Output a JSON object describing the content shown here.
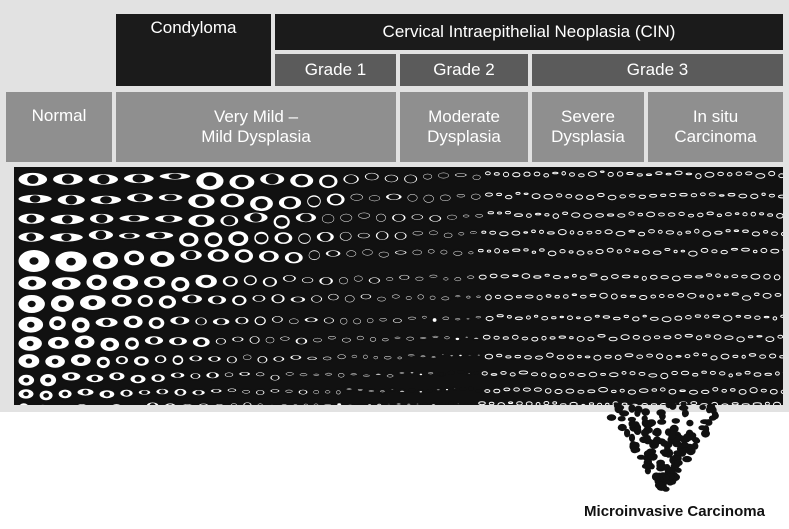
{
  "header": {
    "condyloma": "Condyloma",
    "cin": "Cervical Intraepithelial Neoplasia (CIN)",
    "grades": [
      "Grade 1",
      "Grade 2",
      "Grade 3"
    ]
  },
  "stages": [
    "Normal",
    "Very Mild –\nMild Dysplasia",
    "Moderate\nDysplasia",
    "Severe\nDysplasia",
    "In situ\nCarcinoma"
  ],
  "caption": "Microinvasive Carcinoma",
  "colors": {
    "panel": "#e2e2e2",
    "black": "#1b1b1b",
    "dark_gray": "#5b5b5b",
    "mid_gray": "#8f8f8f"
  }
}
